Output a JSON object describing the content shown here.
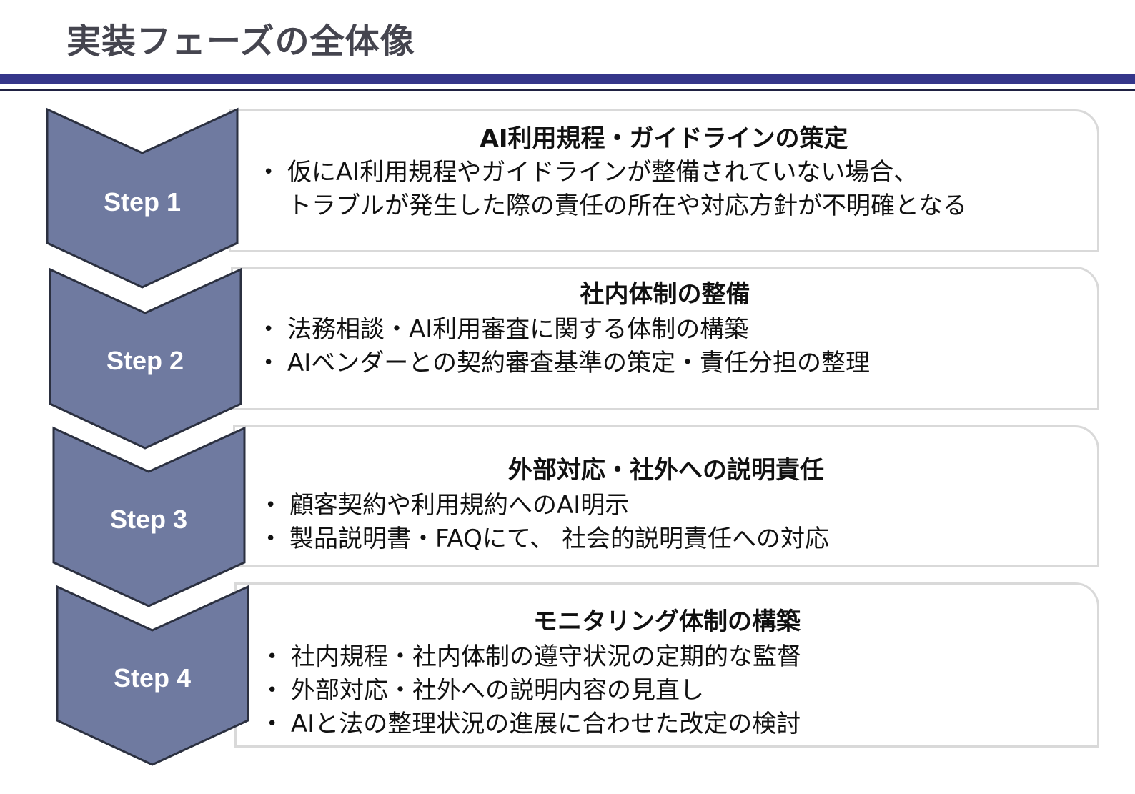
{
  "header": {
    "title": "実装フェーズの全体像"
  },
  "colors": {
    "accent": "#35368a",
    "chevron_fill": "#6f7aa0",
    "chevron_stroke": "#2b3040",
    "card_border": "#d9d9d9"
  },
  "steps": [
    {
      "label": "Step 1",
      "title": "AI利用規程・ガイドラインの策定",
      "bullets": [
        "仮にAI利用規程やガイドラインが整備されていない場合、\nトラブルが発生した際の責任の所在や対応方針が不明確となる"
      ]
    },
    {
      "label": "Step 2",
      "title": "社内体制の整備",
      "bullets": [
        "法務相談・AI利用審査に関する体制の構築",
        "AIベンダーとの契約審査基準の策定・責任分担の整理"
      ]
    },
    {
      "label": "Step 3",
      "title": "外部対応・社外への説明責任",
      "bullets": [
        "顧客契約や利用規約へのAI明示",
        "製品説明書・FAQにて、 社会的説明責任への対応"
      ]
    },
    {
      "label": "Step 4",
      "title": "モニタリング体制の構築",
      "bullets": [
        "社内規程・社内体制の遵守状況の定期的な監督",
        "外部対応・社外への説明内容の見直し",
        "AIと法の整理状況の進展に合わせた改定の検討"
      ]
    }
  ]
}
